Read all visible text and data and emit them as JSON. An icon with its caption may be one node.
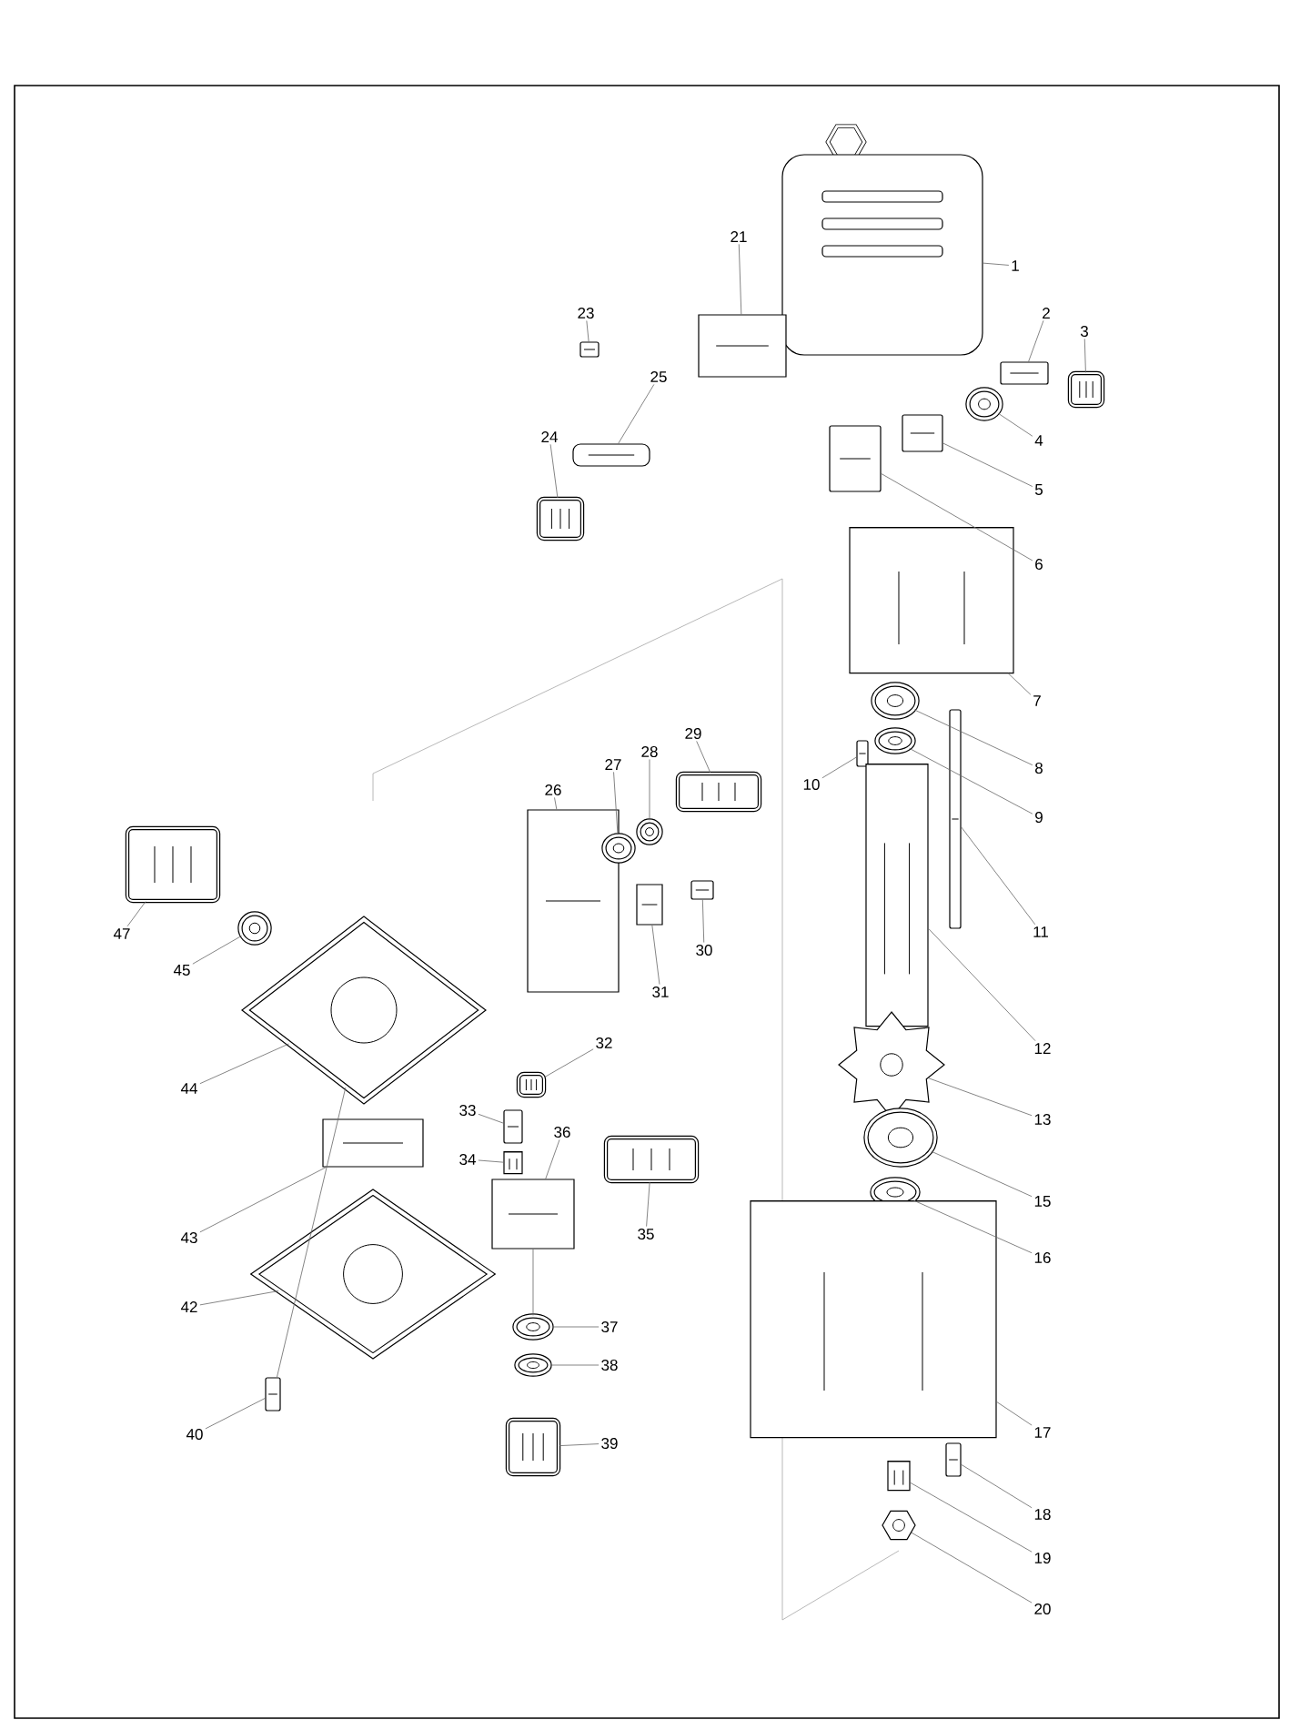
{
  "diagram": {
    "nodes": [
      {
        "text": [
          "1"
        ]
      },
      {
        "text": [],
        "shape": "picture"
      },
      {
        "text": [
          "2"
        ]
      },
      {
        "text": [],
        "shape": "picture"
      },
      {
        "text": [
          "3"
        ]
      },
      {
        "text": [],
        "shape": "picture"
      },
      {
        "text": [
          "4"
        ]
      },
      {
        "text": [],
        "shape": "picture"
      },
      {
        "text": [
          "5"
        ]
      },
      {
        "text": [],
        "shape": "picture"
      },
      {
        "text": [
          "6"
        ]
      },
      {
        "text": [],
        "shape": "picture"
      },
      {
        "text": [
          "7"
        ]
      },
      {
        "text": [],
        "shape": "picture"
      },
      {
        "text": [
          "8"
        ]
      },
      {
        "text": [],
        "shape": "picture"
      },
      {
        "text": [
          "9"
        ]
      },
      {
        "text": [],
        "shape": "picture"
      },
      {
        "text": [
          "10"
        ]
      },
      {
        "text": [],
        "shape": "picture"
      },
      {
        "text": [
          "11"
        ]
      },
      {
        "text": [],
        "shape": "picture"
      },
      {
        "text": [
          "12"
        ]
      },
      {
        "text": [],
        "shape": "picture"
      },
      {
        "text": [
          "13"
        ]
      },
      {
        "text": [],
        "shape": "picture"
      },
      {
        "text": [
          "15"
        ]
      },
      {
        "text": [],
        "shape": "picture"
      },
      {
        "text": [
          "16"
        ]
      },
      {
        "text": [],
        "shape": "picture"
      },
      {
        "text": [
          "17"
        ]
      },
      {
        "text": [],
        "shape": "picture"
      },
      {
        "text": [
          "18"
        ]
      },
      {
        "text": [],
        "shape": "picture"
      },
      {
        "text": [
          "19"
        ]
      },
      {
        "text": [],
        "shape": "picture"
      },
      {
        "text": [
          "20"
        ]
      },
      {
        "text": [],
        "shape": "picture"
      },
      {
        "text": [
          "21"
        ]
      },
      {
        "text": [],
        "shape": "picture"
      },
      {
        "text": [
          "23"
        ]
      },
      {
        "text": [],
        "shape": "picture"
      },
      {
        "text": [
          "24"
        ]
      },
      {
        "text": [],
        "shape": "picture"
      },
      {
        "text": [
          "25"
        ]
      },
      {
        "text": [],
        "shape": "picture"
      },
      {
        "text": [
          "26"
        ]
      },
      {
        "text": [],
        "shape": "picture"
      },
      {
        "text": [
          "27"
        ]
      },
      {
        "text": [],
        "shape": "picture"
      },
      {
        "text": [
          "28"
        ]
      },
      {
        "text": [],
        "shape": "picture"
      },
      {
        "text": [
          "29"
        ]
      },
      {
        "text": [],
        "shape": "picture"
      },
      {
        "text": [
          "30"
        ]
      },
      {
        "text": [],
        "shape": "picture"
      },
      {
        "text": [
          "31"
        ]
      },
      {
        "text": [],
        "shape": "picture"
      },
      {
        "text": [
          "32"
        ]
      },
      {
        "text": [],
        "shape": "picture"
      },
      {
        "text": [
          "33"
        ]
      },
      {
        "text": [],
        "shape": "picture"
      },
      {
        "text": [
          "34"
        ]
      },
      {
        "text": [],
        "shape": "picture"
      },
      {
        "text": [
          "35"
        ]
      },
      {
        "text": [],
        "shape": "picture"
      },
      {
        "text": [
          "36"
        ]
      },
      {
        "text": [],
        "shape": "picture"
      },
      {
        "text": [
          "37"
        ]
      },
      {
        "text": [],
        "shape": "picture"
      },
      {
        "text": [
          "38"
        ]
      },
      {
        "text": [],
        "shape": "picture"
      },
      {
        "text": [
          "39"
        ]
      },
      {
        "text": [],
        "shape": "picture"
      },
      {
        "text": [
          "40"
        ]
      },
      {
        "text": [],
        "shape": "picture"
      },
      {
        "text": [
          "42"
        ]
      },
      {
        "text": [],
        "shape": "picture"
      },
      {
        "text": [
          "43"
        ]
      },
      {
        "text": [],
        "shape": "picture"
      },
      {
        "text": [
          "44"
        ]
      },
      {
        "text": [],
        "shape": "picture"
      },
      {
        "text": [
          "45"
        ]
      },
      {
        "text": [],
        "shape": "picture"
      },
      {
        "text": [
          "47"
        ]
      },
      {
        "text": [],
        "shape": "picture"
      }
    ],
    "edges": [
      {
        "from": 0,
        "to": 1,
        "arrow": "none"
      },
      {
        "from": 2,
        "to": 3,
        "arrow": "none"
      },
      {
        "from": 4,
        "to": 5,
        "arrow": "none"
      },
      {
        "from": 6,
        "to": 7,
        "arrow": "none"
      },
      {
        "from": 8,
        "to": 9,
        "arrow": "none"
      },
      {
        "from": 10,
        "to": 11,
        "arrow": "none"
      },
      {
        "from": 12,
        "to": 13,
        "arrow": "none"
      },
      {
        "from": 14,
        "to": 15,
        "arrow": "none"
      },
      {
        "from": 16,
        "to": 17,
        "arrow": "none"
      },
      {
        "from": 18,
        "to": 19,
        "arrow": "none"
      },
      {
        "from": 20,
        "to": 21,
        "arrow": "none"
      },
      {
        "from": 22,
        "to": 23,
        "arrow": "none"
      },
      {
        "from": 24,
        "to": 25,
        "arrow": "none"
      },
      {
        "from": 26,
        "to": 27,
        "arrow": "none"
      },
      {
        "from": 28,
        "to": 29,
        "arrow": "none"
      },
      {
        "from": 30,
        "to": 31,
        "arrow": "none"
      },
      {
        "from": 32,
        "to": 33,
        "arrow": "none"
      },
      {
        "from": 34,
        "to": 35,
        "arrow": "none"
      },
      {
        "from": 36,
        "to": 37,
        "arrow": "none"
      },
      {
        "from": 38,
        "to": 39,
        "arrow": "none"
      },
      {
        "from": 40,
        "to": 41,
        "arrow": "none"
      },
      {
        "from": 42,
        "to": 43,
        "arrow": "none"
      },
      {
        "from": 44,
        "to": 45,
        "arrow": "none"
      },
      {
        "from": 46,
        "to": 47,
        "arrow": "none"
      },
      {
        "from": 48,
        "to": 49,
        "arrow": "none"
      },
      {
        "from": 50,
        "to": 51,
        "arrow": "none"
      },
      {
        "from": 52,
        "to": 53,
        "arrow": "none"
      },
      {
        "from": 54,
        "to": 55,
        "arrow": "none"
      },
      {
        "from": 56,
        "to": 57,
        "arrow": "none"
      },
      {
        "from": 58,
        "to": 59,
        "arrow": "none"
      },
      {
        "from": 60,
        "to": 61,
        "arrow": "none"
      },
      {
        "from": 62,
        "to": 63,
        "arrow": "none"
      },
      {
        "from": 64,
        "to": 65,
        "arrow": "none"
      },
      {
        "from": 66,
        "to": 67,
        "arrow": "none"
      },
      {
        "from": 68,
        "to": 69,
        "arrow": "none"
      },
      {
        "from": 70,
        "to": 71,
        "arrow": "none"
      },
      {
        "from": 72,
        "to": 73,
        "arrow": "none"
      },
      {
        "from": 74,
        "to": 75,
        "arrow": "none"
      },
      {
        "from": 76,
        "to": 77,
        "arrow": "none"
      },
      {
        "from": 78,
        "to": 79,
        "arrow": "none"
      },
      {
        "from": 80,
        "to": 81,
        "arrow": "none"
      },
      {
        "from": 82,
        "to": 83,
        "arrow": "none"
      },
      {
        "from": 84,
        "to": 85,
        "arrow": "none"
      },
      {
        "from": 81,
        "to": 75,
        "arrow": "none"
      },
      {
        "from": 67,
        "to": 69,
        "arrow": "none"
      }
    ]
  }
}
